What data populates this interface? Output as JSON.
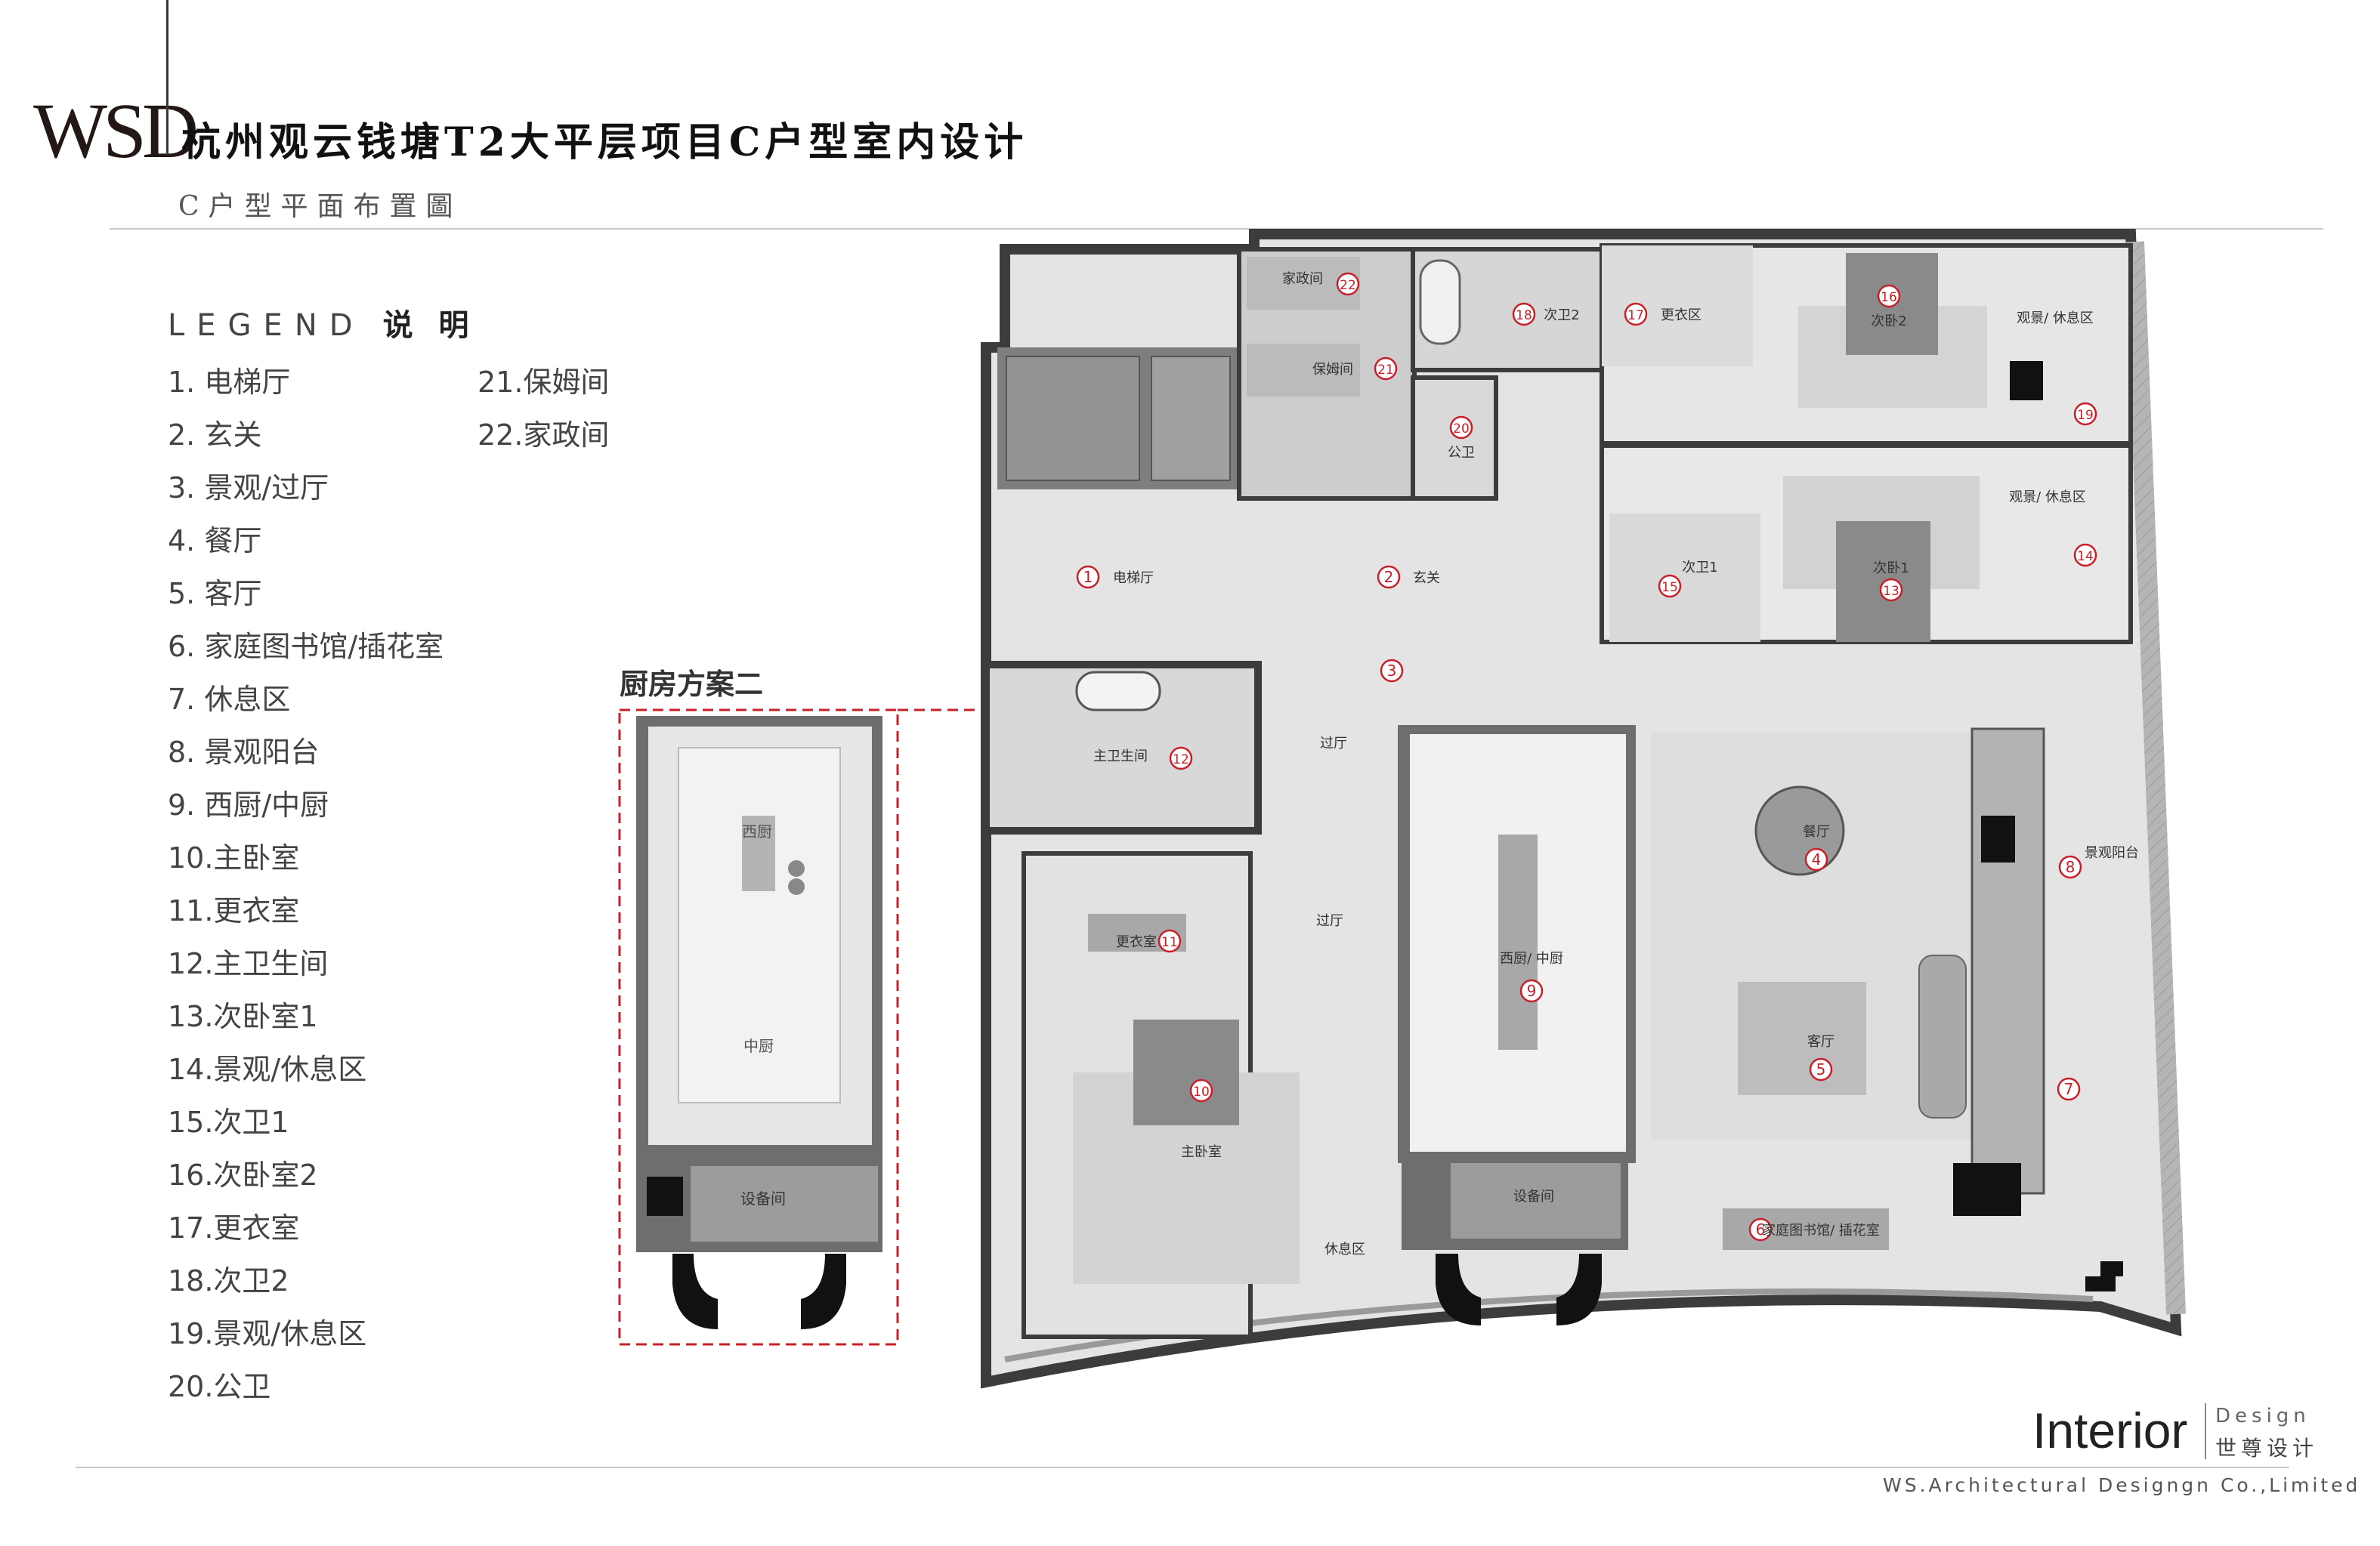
{
  "header": {
    "logo": "WSD",
    "title": "杭州观云钱塘T2大平层项目C户型室内设计",
    "subtitle": "C户型平面布置圖"
  },
  "legend": {
    "title": "LEGEND",
    "title_cn": "说 明",
    "col1": [
      "1. 电梯厅",
      "2. 玄关",
      "3. 景观/过厅",
      "4. 餐厅",
      "5. 客厅",
      "6. 家庭图书馆/插花室",
      "7. 休息区",
      "8. 景观阳台",
      "9. 西厨/中厨",
      "10.主卧室",
      "11.更衣室",
      "12.主卫生间",
      "13.次卧室1",
      "14.景观/休息区",
      "15.次卫1",
      "16.次卧室2",
      "17.更衣室",
      "18.次卫2",
      "19.景观/休息区",
      "20.公卫"
    ],
    "col2": [
      "21.保姆间",
      "22.家政间"
    ]
  },
  "kitchen_option": {
    "label": "厨房方案二",
    "rooms": [
      "西厨",
      "中厨",
      "设备间"
    ]
  },
  "plan": {
    "rooms": [
      {
        "num": "1",
        "name": "电梯厅"
      },
      {
        "num": "2",
        "name": "玄关"
      },
      {
        "num": "3",
        "name": ""
      },
      {
        "num": "4",
        "name": "餐厅"
      },
      {
        "num": "5",
        "name": "客厅"
      },
      {
        "num": "6",
        "name": "家庭图书馆/ 插花室"
      },
      {
        "num": "7",
        "name": ""
      },
      {
        "num": "8",
        "name": "景观阳台"
      },
      {
        "num": "9",
        "name": "西厨/ 中厨"
      },
      {
        "num": "10",
        "name": "主卧室"
      },
      {
        "num": "11",
        "name": "更衣室"
      },
      {
        "num": "12",
        "name": "主卫生间"
      },
      {
        "num": "13",
        "name": "次卧1"
      },
      {
        "num": "14",
        "name": "观景/ 休息区"
      },
      {
        "num": "15",
        "name": "次卫1"
      },
      {
        "num": "16",
        "name": "次卧2"
      },
      {
        "num": "17",
        "name": "更衣区"
      },
      {
        "num": "18",
        "name": "次卫2"
      },
      {
        "num": "19",
        "name": "观景/ 休息区"
      },
      {
        "num": "20",
        "name": "公卫"
      },
      {
        "num": "21",
        "name": "保姆间"
      },
      {
        "num": "22",
        "name": "家政间"
      }
    ],
    "extra_labels": {
      "corridor": "过厅",
      "rest_area": "休息区",
      "equipment": "设备间"
    },
    "accent_color": "#c8202a",
    "wall_color": "#3c3c3c",
    "floor_color": "#e4e4e4"
  },
  "footer": {
    "brand": "Interior",
    "design_en": "Design",
    "design_cn": "世尊设计",
    "company": "WS.Architectural Designgn Co.,Limited"
  }
}
